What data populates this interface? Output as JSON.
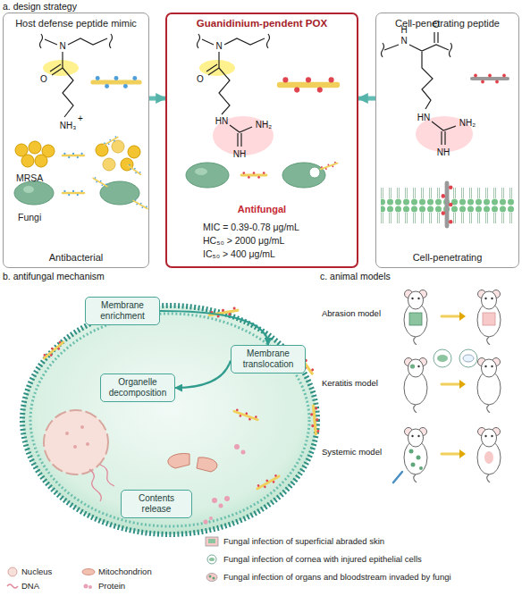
{
  "diagram": {
    "nodes": [
      {
        "text": [
          "Host defense peptide mimic",
          "MRSA",
          "Fungi",
          "Antibacterial"
        ]
      },
      {
        "text": [
          "Guanidinium-pendent POX",
          "Antifungal",
          "MIC = 0.39-0.78 μg/mL",
          "HC₅₀ > 2000 μg/mL",
          "IC₅₀ > 400 μg/mL"
        ]
      },
      {
        "text": [
          "Cell-penetrating peptide",
          "Cell-penetrating"
        ]
      },
      {
        "text": [
          "Membrane enrichment"
        ]
      },
      {
        "text": [
          "Membrane translocation"
        ]
      },
      {
        "text": [
          "Organelle decomposition"
        ]
      },
      {
        "text": [
          "Contents release"
        ]
      }
    ],
    "edges": [
      {
        "from": 0,
        "to": 1,
        "arrow": "to"
      },
      {
        "from": 2,
        "to": 1,
        "arrow": "to"
      },
      {
        "from": 3,
        "to": 4,
        "arrow": "to"
      },
      {
        "from": 4,
        "to": 5,
        "arrow": "to"
      }
    ],
    "labels": [
      "a. design strategy",
      "N",
      "O",
      "NH₃",
      "+",
      "N",
      "O",
      "HN",
      "NH₂",
      "NH",
      "H",
      "N",
      "O",
      "HN",
      "NH₂",
      "NH",
      "b. antifungal mechanism",
      "c. animal models",
      "Abrasion model",
      "Keratitis model",
      "Systemic model"
    ],
    "legend": [
      {
        "text": "Nucleus"
      },
      {
        "text": "Mitochondrion"
      },
      {
        "text": "DNA"
      },
      {
        "text": "Protein"
      },
      {
        "text": "Fungal infection of superficial abraded skin"
      },
      {
        "text": "Fungal infection of cornea with injured epithelial cells"
      },
      {
        "text": "Fungal infection of organs and bloodstream invaded by fungi"
      }
    ]
  }
}
